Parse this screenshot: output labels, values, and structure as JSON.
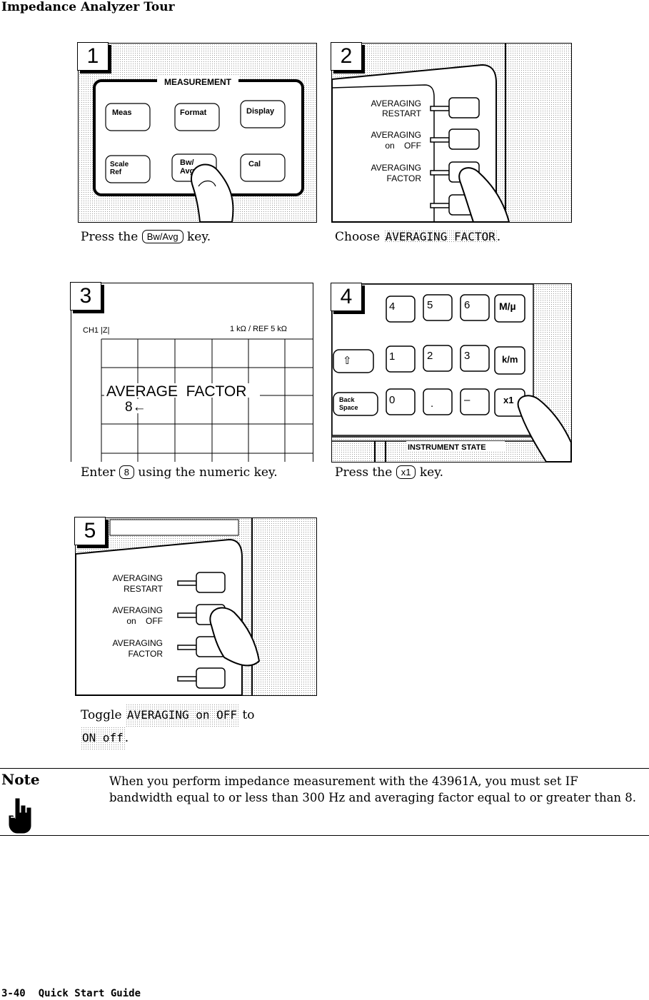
{
  "header": {
    "title": "Impedance Analyzer Tour"
  },
  "steps": [
    {
      "number": "1",
      "caption_pre": "Press the ",
      "key": "Bw/Avg",
      "caption_post": " key."
    },
    {
      "number": "2",
      "caption_pre": "Choose ",
      "softkey": "AVERAGING FACTOR",
      "caption_post": "."
    },
    {
      "number": "3",
      "caption_pre": "Enter ",
      "key": "8",
      "caption_post": " using the numeric key."
    },
    {
      "number": "4",
      "caption_pre": "Press the ",
      "key": "x1",
      "caption_post": " key."
    },
    {
      "number": "5",
      "caption_pre": "Toggle ",
      "softkey": "AVERAGING on OFF",
      "caption_mid": " to",
      "softkey2": "ON off",
      "caption_post": "."
    }
  ],
  "panel1": {
    "group_label": "MEASUREMENT",
    "keys": [
      "Meas",
      "Format",
      "Display",
      "Scale",
      "Ref",
      "Bw/",
      "Avg",
      "Cal"
    ]
  },
  "softkey_menu": {
    "restart": [
      "AVERAGING",
      "RESTART"
    ],
    "onoff": [
      "AVERAGING",
      "on    OFF"
    ],
    "factor": [
      "AVERAGING",
      "FACTOR"
    ]
  },
  "screen3": {
    "channel": "CH1  |Z|",
    "scale": "1  kΩ  /  REF  5 kΩ",
    "entry_label": "AVERAGE  FACTOR",
    "entry_value": "8←"
  },
  "panel4": {
    "keys_row1": [
      "4",
      "5",
      "6",
      "M/µ"
    ],
    "keys_row2": [
      "⇧",
      "1",
      "2",
      "3",
      "k/m"
    ],
    "keys_row3": [
      "Back",
      "Space",
      "0",
      ".",
      "–",
      "x1"
    ],
    "group_label": "INSTRUMENT STATE"
  },
  "note": {
    "title": "Note",
    "text": "When you perform impedance measurement with the 43961A, you must set IF bandwidth equal to or less than 300 Hz and averaging factor equal to or greater than 8."
  },
  "footer": {
    "page": "3-40",
    "section": "Quick Start Guide"
  }
}
